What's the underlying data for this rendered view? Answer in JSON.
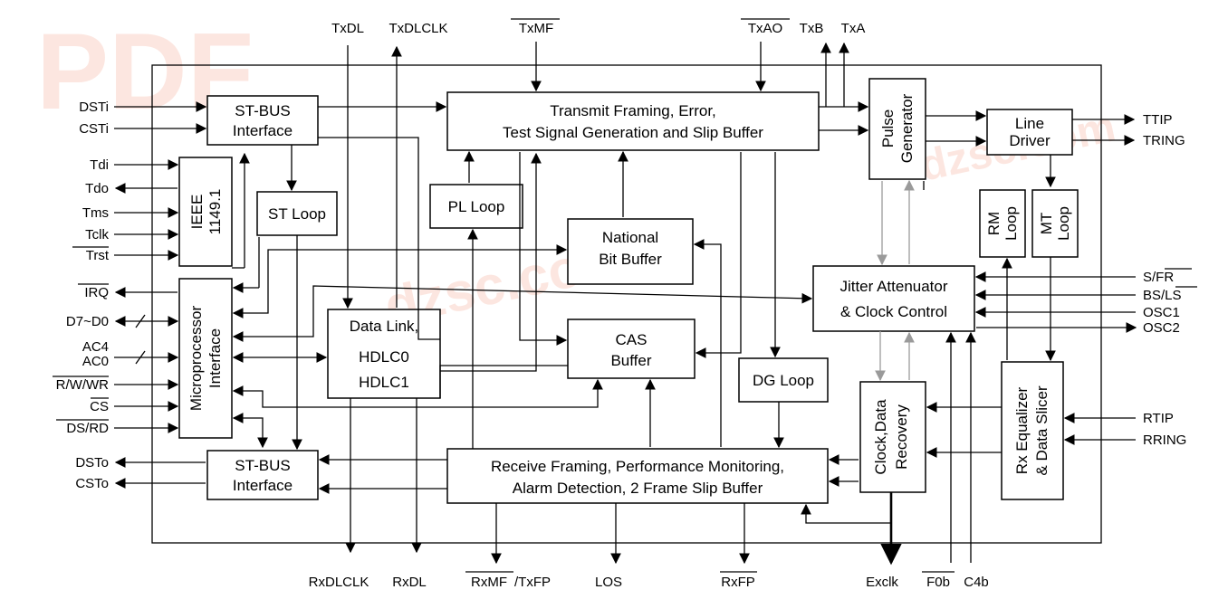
{
  "colors": {
    "line": "#000000",
    "feedback": "#9a9a9a",
    "watermark": "#f07a5a",
    "background": "#ffffff"
  },
  "blocks": {
    "stbus_in": [
      "ST-BUS",
      "Interface"
    ],
    "ieee": [
      "IEEE",
      "1149.1"
    ],
    "st_loop": "ST Loop",
    "microprocessor": [
      "Microprocessor",
      "Interface"
    ],
    "stbus_out": [
      "ST-BUS",
      "Interface"
    ],
    "transmit": [
      "Transmit Framing, Error,",
      "Test Signal Generation and Slip Buffer"
    ],
    "pl_loop": "PL Loop",
    "national": [
      "National",
      "Bit Buffer"
    ],
    "data_link": [
      "Data Link,",
      "HDLC0",
      "HDLC1"
    ],
    "cas": [
      "CAS",
      "Buffer"
    ],
    "dg_loop": "DG Loop",
    "receive": [
      "Receive Framing, Performance Monitoring,",
      "Alarm Detection, 2 Frame Slip Buffer"
    ],
    "pulse": [
      "Pulse",
      "Generator"
    ],
    "line_driver": [
      "Line",
      "Driver"
    ],
    "rm_loop": [
      "RM",
      "Loop"
    ],
    "mt_loop": [
      "MT",
      "Loop"
    ],
    "jitter": [
      "Jitter Attenuator",
      "& Clock Control"
    ],
    "clock_data": [
      "Clock,Data",
      "Recovery"
    ],
    "rx_eq": [
      "Rx Equalizer",
      "& Data Slicer"
    ]
  },
  "signals": {
    "left": [
      "DSTi",
      "CSTi",
      "Tdi",
      "Tdo",
      "Tms",
      "Tclk",
      "Trst",
      "IRQ",
      "D7~D0",
      "AC4",
      "AC0",
      "R/W/WR",
      "CS",
      "DS/RD",
      "DSTo",
      "CSTo"
    ],
    "top": [
      "TxDL",
      "TxDLCLK",
      "TxMF",
      "TxAO",
      "TxB",
      "TxA"
    ],
    "right": [
      "TTIP",
      "TRING",
      "S/FR",
      "BS/LS",
      "OSC1",
      "OSC2",
      "RTIP",
      "RRING"
    ],
    "bottom": [
      "RxDLCLK",
      "RxDL",
      "RxMF",
      "/TxFP",
      "LOS",
      "RxFP",
      "Exclk",
      "F0b",
      "C4b"
    ]
  },
  "watermark": {
    "logo": "PDF",
    "text": "dzsc.com"
  }
}
